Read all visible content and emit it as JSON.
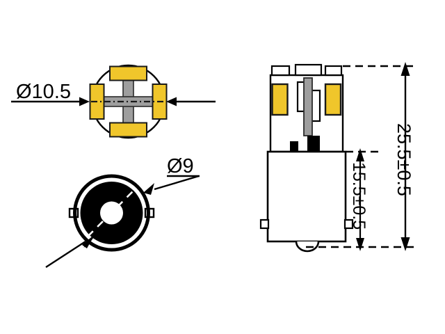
{
  "drawing": {
    "title": "LED Bulb Dimensional Drawing",
    "background_color": "#ffffff",
    "line_color": "#000000",
    "led_color": "#F0C62B",
    "metal_color": "#9E9E9E",
    "body_fill": "#ffffff"
  },
  "views": {
    "top_view": {
      "name": "Top view of LED bulb",
      "description": "Circular outline with cross-shaped metal heatsink and four yellow LED chips"
    },
    "bottom_view": {
      "name": "Bottom view of bayonet base",
      "description": "Black annular contact ring with white centre hole and two side pins"
    },
    "side_view": {
      "name": "Side elevation of LED bulb",
      "description": "Side profile showing LED chips, central post, contact pins and bayonet cap"
    }
  },
  "dimensions": {
    "diameter_top": {
      "label": "Ø10.5",
      "value": 10.5,
      "symbol": "Ø",
      "unit": "mm",
      "applies_to": "top_view"
    },
    "diameter_base": {
      "label": "Ø9",
      "value": 9,
      "symbol": "Ø",
      "unit": "mm",
      "applies_to": "bottom_view"
    },
    "overall_height": {
      "label": "25.5±0.5",
      "value": 25.5,
      "tolerance": 0.5,
      "unit": "mm",
      "applies_to": "side_view"
    },
    "base_height": {
      "label": "15.5±0.5",
      "value": 15.5,
      "tolerance": 0.5,
      "unit": "mm",
      "applies_to": "side_view"
    }
  }
}
